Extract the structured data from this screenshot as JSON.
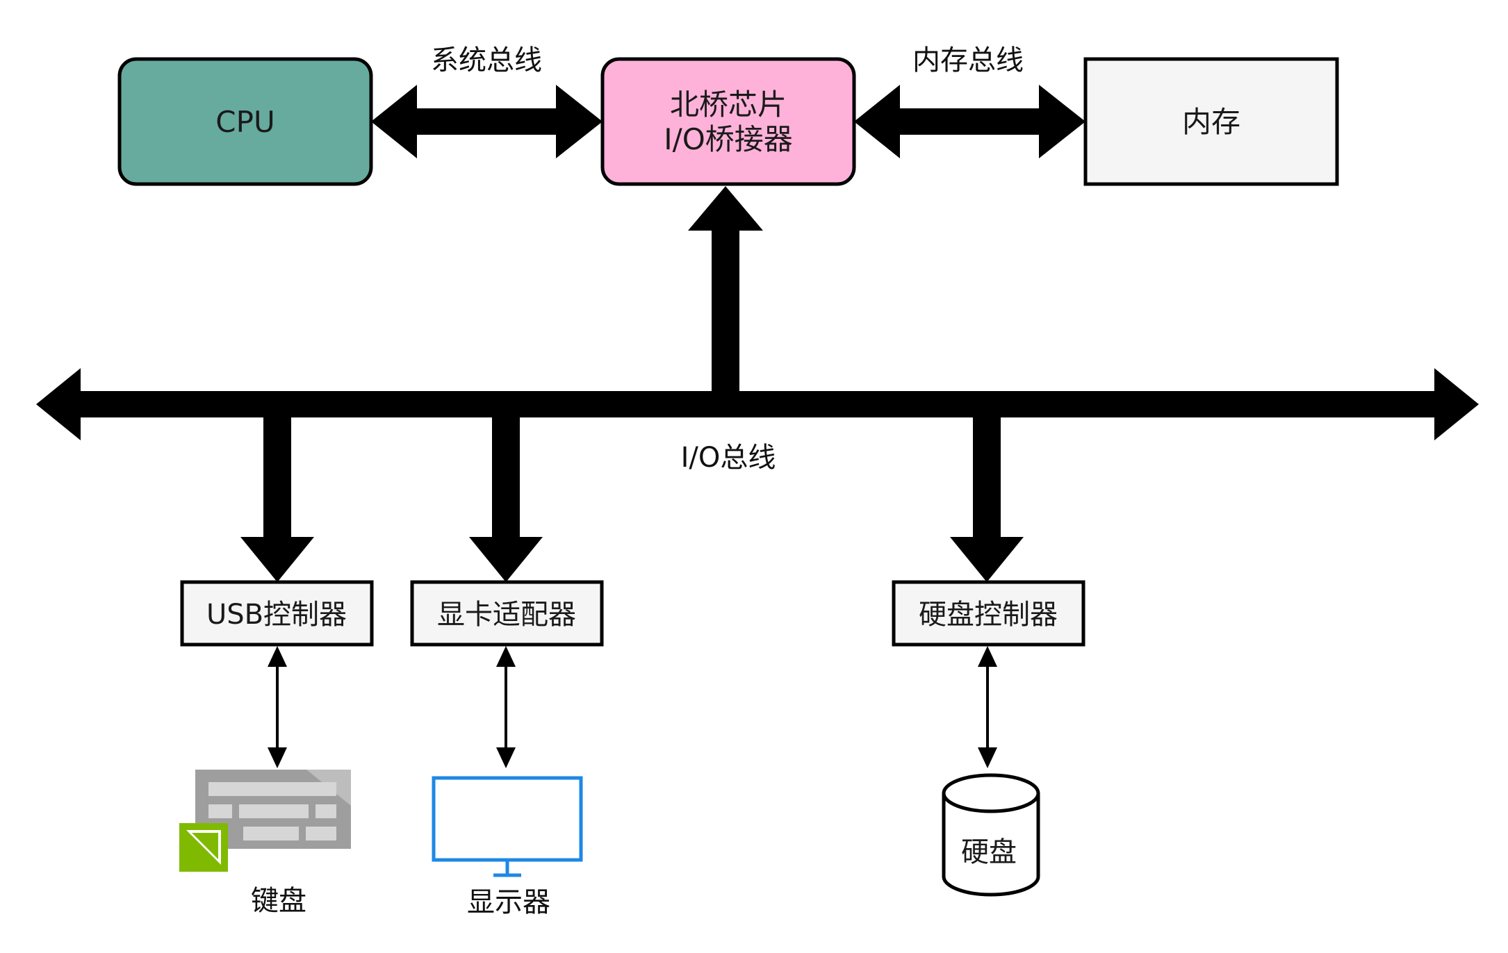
{
  "nodes": {
    "cpu": {
      "label": "CPU",
      "fill": "#67ab9f"
    },
    "northbridge": {
      "line1": "北桥芯片",
      "line2": "I/O桥接器",
      "fill": "#ffb2d9"
    },
    "memory": {
      "label": "内存",
      "fill": "#f5f5f5"
    },
    "usb_controller": {
      "label": "USB控制器",
      "fill": "#f5f5f5"
    },
    "graphics_adapter": {
      "label": "显卡适配器",
      "fill": "#f5f5f5"
    },
    "disk_controller": {
      "label": "硬盘控制器",
      "fill": "#f5f5f5"
    }
  },
  "buses": {
    "system_bus": "系统总线",
    "memory_bus": "内存总线",
    "io_bus": "I/O总线"
  },
  "devices": {
    "keyboard": {
      "label": "键盘",
      "icon": "keyboard-icon"
    },
    "monitor": {
      "label": "显示器",
      "icon": "monitor-icon",
      "color": "#1e88e5"
    },
    "disk": {
      "label": "硬盘",
      "icon": "disk-icon"
    }
  },
  "colors": {
    "arrow": "#000000",
    "keyboard_body": "#9e9e9e",
    "keyboard_badge": "#7fba00"
  }
}
